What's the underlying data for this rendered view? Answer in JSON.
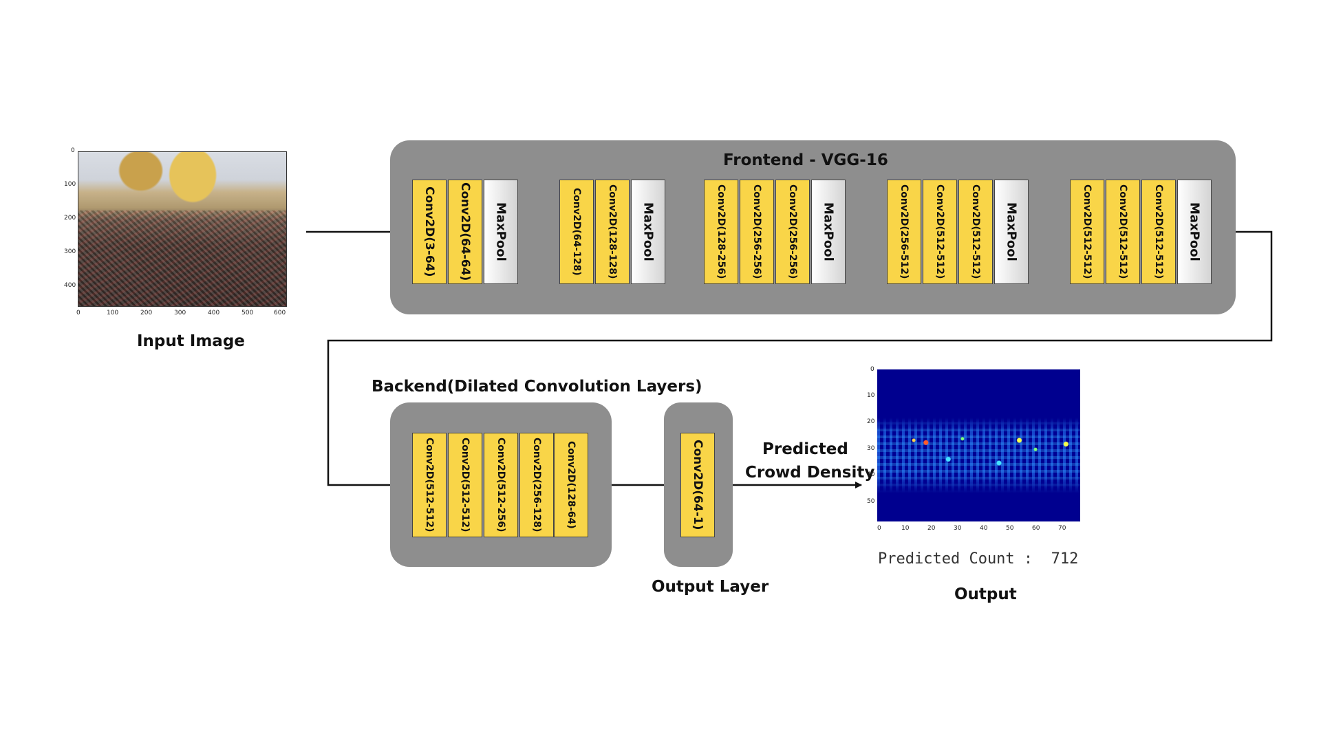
{
  "input": {
    "label": "Input Image",
    "y_ticks": [
      "0",
      "100",
      "200",
      "300",
      "400"
    ],
    "x_ticks": [
      "0",
      "100",
      "200",
      "300",
      "400",
      "500",
      "600"
    ]
  },
  "frontend": {
    "title": "Frontend  - VGG-16",
    "blocks": [
      [
        "Conv2D(3-64)",
        "Conv2D(64-64)",
        "MaxPool"
      ],
      [
        "Conv2D(64-128)",
        "Conv2D(128-128)",
        "MaxPool"
      ],
      [
        "Conv2D(128-256)",
        "Conv2D(256-256)",
        "Conv2D(256-256)",
        "MaxPool"
      ],
      [
        "Conv2D(256-512)",
        "Conv2D(512-512)",
        "Conv2D(512-512)",
        "MaxPool"
      ],
      [
        "Conv2D(512-512)",
        "Conv2D(512-512)",
        "Conv2D(512-512)",
        "MaxPool"
      ]
    ]
  },
  "backend": {
    "title": "Backend(Dilated Convolution Layers)",
    "layers": [
      "Conv2D(512-512)",
      "Conv2D(512-512)",
      "Conv2D(512-256)",
      "Conv2D(256-128)",
      "Conv2D(128-64)"
    ]
  },
  "output_layer": {
    "label": "Output Layer",
    "layer": "Conv2D(64-1)"
  },
  "arrow_label": {
    "line1": "Predicted",
    "line2": "Crowd Density"
  },
  "output": {
    "label": "Output",
    "count_text": "Predicted Count :  712",
    "y_ticks": [
      "0",
      "10",
      "20",
      "30",
      "40",
      "50"
    ],
    "x_ticks": [
      "0",
      "10",
      "20",
      "30",
      "40",
      "50",
      "60",
      "70"
    ]
  },
  "colors": {
    "panel": "#8e8e8e",
    "conv_layer": "#f9d548",
    "heatmap_bg": "#00008f"
  }
}
